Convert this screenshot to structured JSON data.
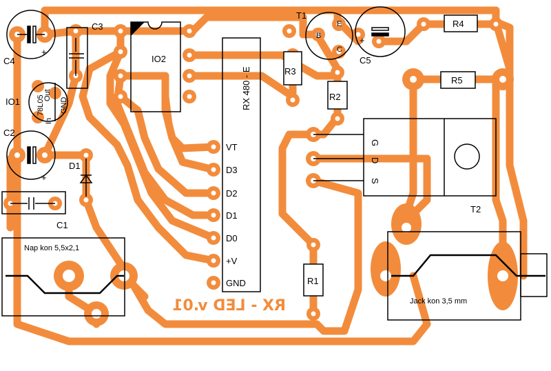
{
  "board": {
    "title": "RX - LED v.01",
    "trace_color": "#f28c3c",
    "outline_color": "#000000",
    "background": "#ffffff"
  },
  "components": {
    "c4": "C4",
    "c3": "C3",
    "c5": "C5",
    "c2": "C2",
    "c1": "C1",
    "io1": "IO1",
    "io2": "IO2",
    "d1": "D1",
    "t1": "T1",
    "t2": "T2",
    "r1": "R1",
    "r2": "R2",
    "r3": "R3",
    "r4": "R4",
    "r5": "R5",
    "reg_part": "78L05",
    "reg_out": "Out",
    "reg_gnd": "GND",
    "reg_in": "In",
    "rx_module": "RX 480 - E",
    "mosfet_g": "G",
    "mosfet_d": "D",
    "mosfet_s": "S",
    "t1_e": "E",
    "t1_b": "B",
    "t1_c": "C",
    "polarity": "+",
    "power_jack": "Nap kon 5,5x2,1",
    "audio_jack": "Jack kon 3,5 mm"
  },
  "rx_pins": [
    "VT",
    "D3",
    "D2",
    "D1",
    "D0",
    "+V",
    "GND"
  ]
}
